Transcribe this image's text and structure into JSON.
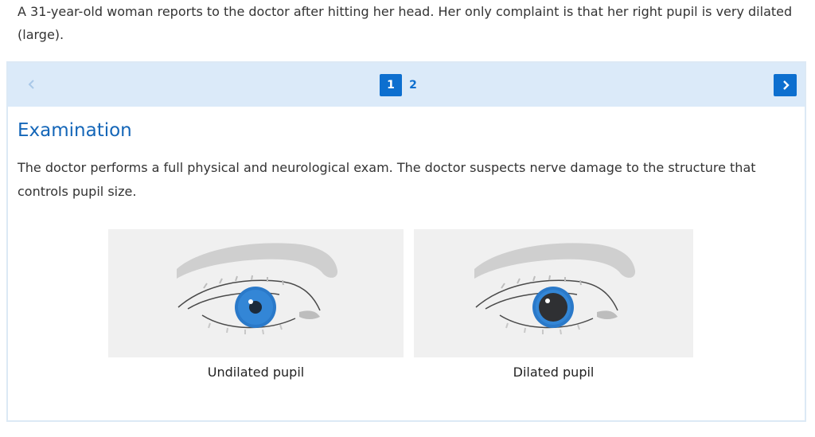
{
  "intro": {
    "text": "A 31-year-old woman reports to the doctor after hitting her head. Her only complaint is that her right pupil is very dilated (large)."
  },
  "pager": {
    "prev_icon": "chevron-left-icon",
    "next_icon": "chevron-right-icon",
    "pages": [
      "1",
      "2"
    ],
    "active_page": "1",
    "accent_color": "#0d6fcf",
    "bar_color": "#dbeaf9"
  },
  "section": {
    "title": "Examination",
    "text": "The doctor performs a full physical and neurological exam. The doctor suspects nerve damage to the structure that controls pupil size."
  },
  "figures": [
    {
      "caption": "Undilated pupil",
      "icon": "undilated-eye-illustration"
    },
    {
      "caption": "Dilated pupil",
      "icon": "dilated-eye-illustration"
    }
  ],
  "colors": {
    "title_color": "#1466b8",
    "iris_color": "#2a79c9"
  }
}
